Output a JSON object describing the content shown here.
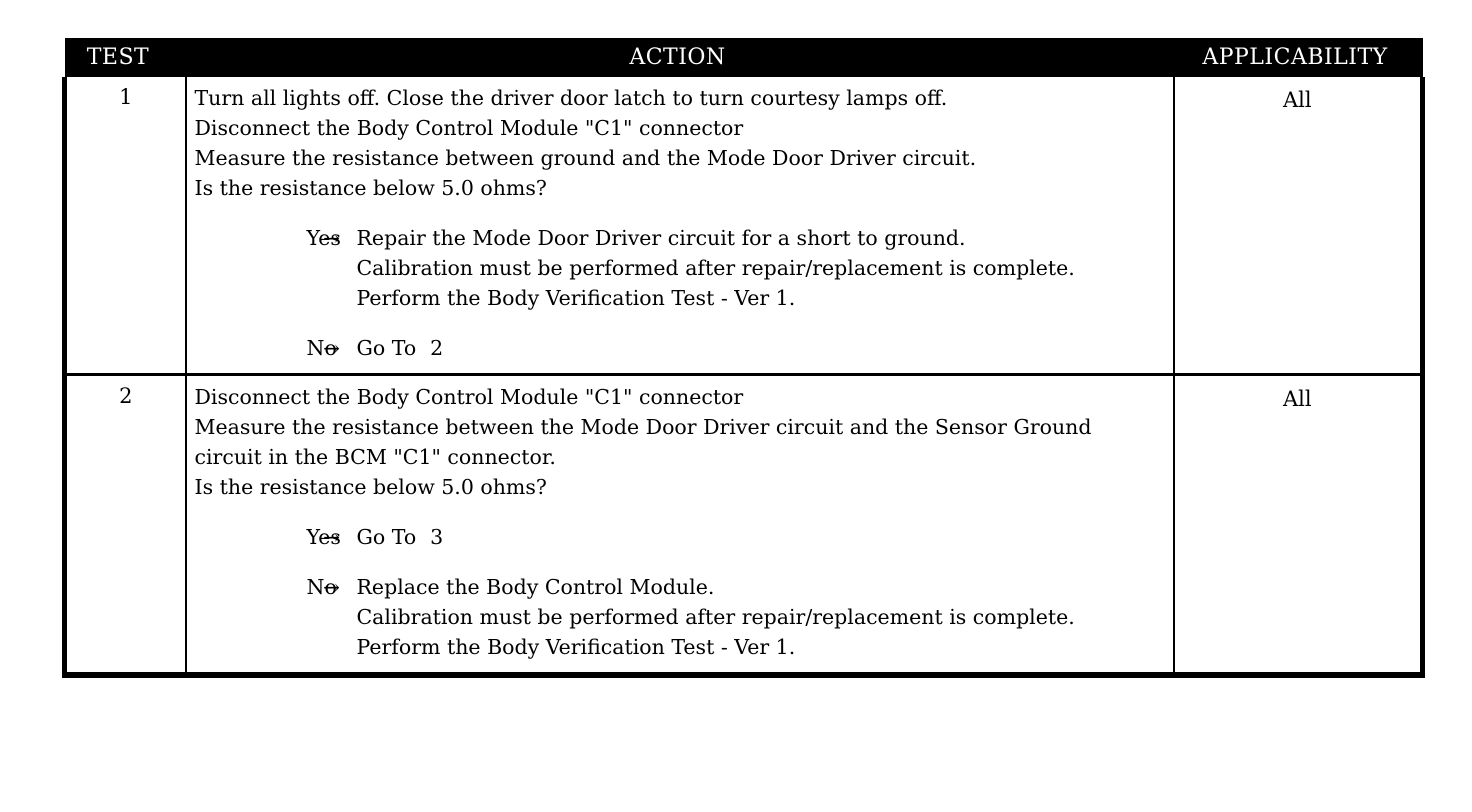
{
  "table": {
    "columns": [
      {
        "key": "test",
        "label": "TEST"
      },
      {
        "key": "action",
        "label": "ACTION"
      },
      {
        "key": "applicability",
        "label": "APPLICABILITY"
      }
    ],
    "rows": [
      {
        "test": "1",
        "applicability": "All",
        "statements": [
          "Turn all lights off. Close the driver door latch to turn courtesy lamps off.",
          "Disconnect the Body Control Module \"C1\" connector",
          "Measure the resistance between ground and the Mode Door Driver circuit.",
          "Is the resistance below 5.0 ohms?"
        ],
        "branches": [
          {
            "label": "Yes",
            "arrow": "→",
            "lines": [
              "Repair the Mode Door Driver circuit for a short to ground.",
              "Calibration must be performed after repair/replacement is complete.",
              "Perform the Body Verification Test - Ver 1."
            ],
            "goto": ""
          },
          {
            "label": "No",
            "arrow": "→",
            "lines": [
              "Go To"
            ],
            "goto": "2"
          }
        ]
      },
      {
        "test": "2",
        "applicability": "All",
        "statements": [
          "Disconnect the Body Control Module \"C1\" connector",
          "Measure the resistance between the Mode Door Driver circuit and the Sensor Ground circuit in the BCM \"C1\" connector.",
          "Is the resistance below 5.0 ohms?"
        ],
        "branches": [
          {
            "label": "Yes",
            "arrow": "→",
            "lines": [
              "Go To"
            ],
            "goto": "3"
          },
          {
            "label": "No",
            "arrow": "→",
            "lines": [
              "Replace the Body Control Module.",
              "Calibration must be performed after repair/replacement is complete.",
              "Perform the Body Verification Test - Ver 1."
            ],
            "goto": ""
          }
        ]
      }
    ]
  },
  "colors": {
    "header_background": "#000000",
    "header_text": "#ffffff",
    "border": "#000000",
    "page_background": "#ffffff",
    "body_text": "#000000"
  }
}
